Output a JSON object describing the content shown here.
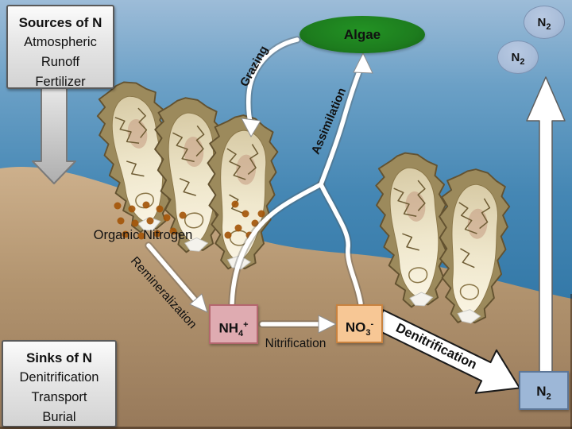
{
  "sources_box": {
    "heading": "Sources of N",
    "items": [
      "Atmospheric",
      "Runoff",
      "Fertilizer"
    ]
  },
  "sinks_box": {
    "heading": "Sinks of N",
    "items": [
      "Denitrification",
      "Transport",
      "Burial"
    ]
  },
  "nodes": {
    "algae": {
      "label": "Algae",
      "fill": "#1e7d1f"
    },
    "organic_nitrogen": {
      "label": "Organic Nitrogen"
    },
    "ammonium": {
      "base": "NH",
      "sub": "4",
      "sup": "+",
      "fill": "#dfabb1"
    },
    "nitrate": {
      "base": "NO",
      "sub": "3",
      "sup": "-",
      "fill": "#f7c795"
    },
    "dinitrogen": {
      "base": "N",
      "sub": "2",
      "bubble_fill": "#a9bdd9",
      "box_fill": "#9db7d7"
    }
  },
  "flows": {
    "grazing": {
      "label": "Grazing"
    },
    "assimilation": {
      "label": "Assimilation"
    },
    "remineralization": {
      "label": "Remineralization"
    },
    "nitrification": {
      "label": "Nitrification"
    },
    "denitrification": {
      "label": "Denitrification"
    }
  },
  "colors": {
    "water_top": "#9dbcd8",
    "water_deep": "#2c70a0",
    "sand_light": "#cdb08c",
    "sand_dark": "#97795a",
    "algae_green": "#1e7d1f",
    "n2_blue": "#9db7d7",
    "ammonium_pink": "#dfabb1",
    "nitrate_orange": "#f7c795"
  }
}
